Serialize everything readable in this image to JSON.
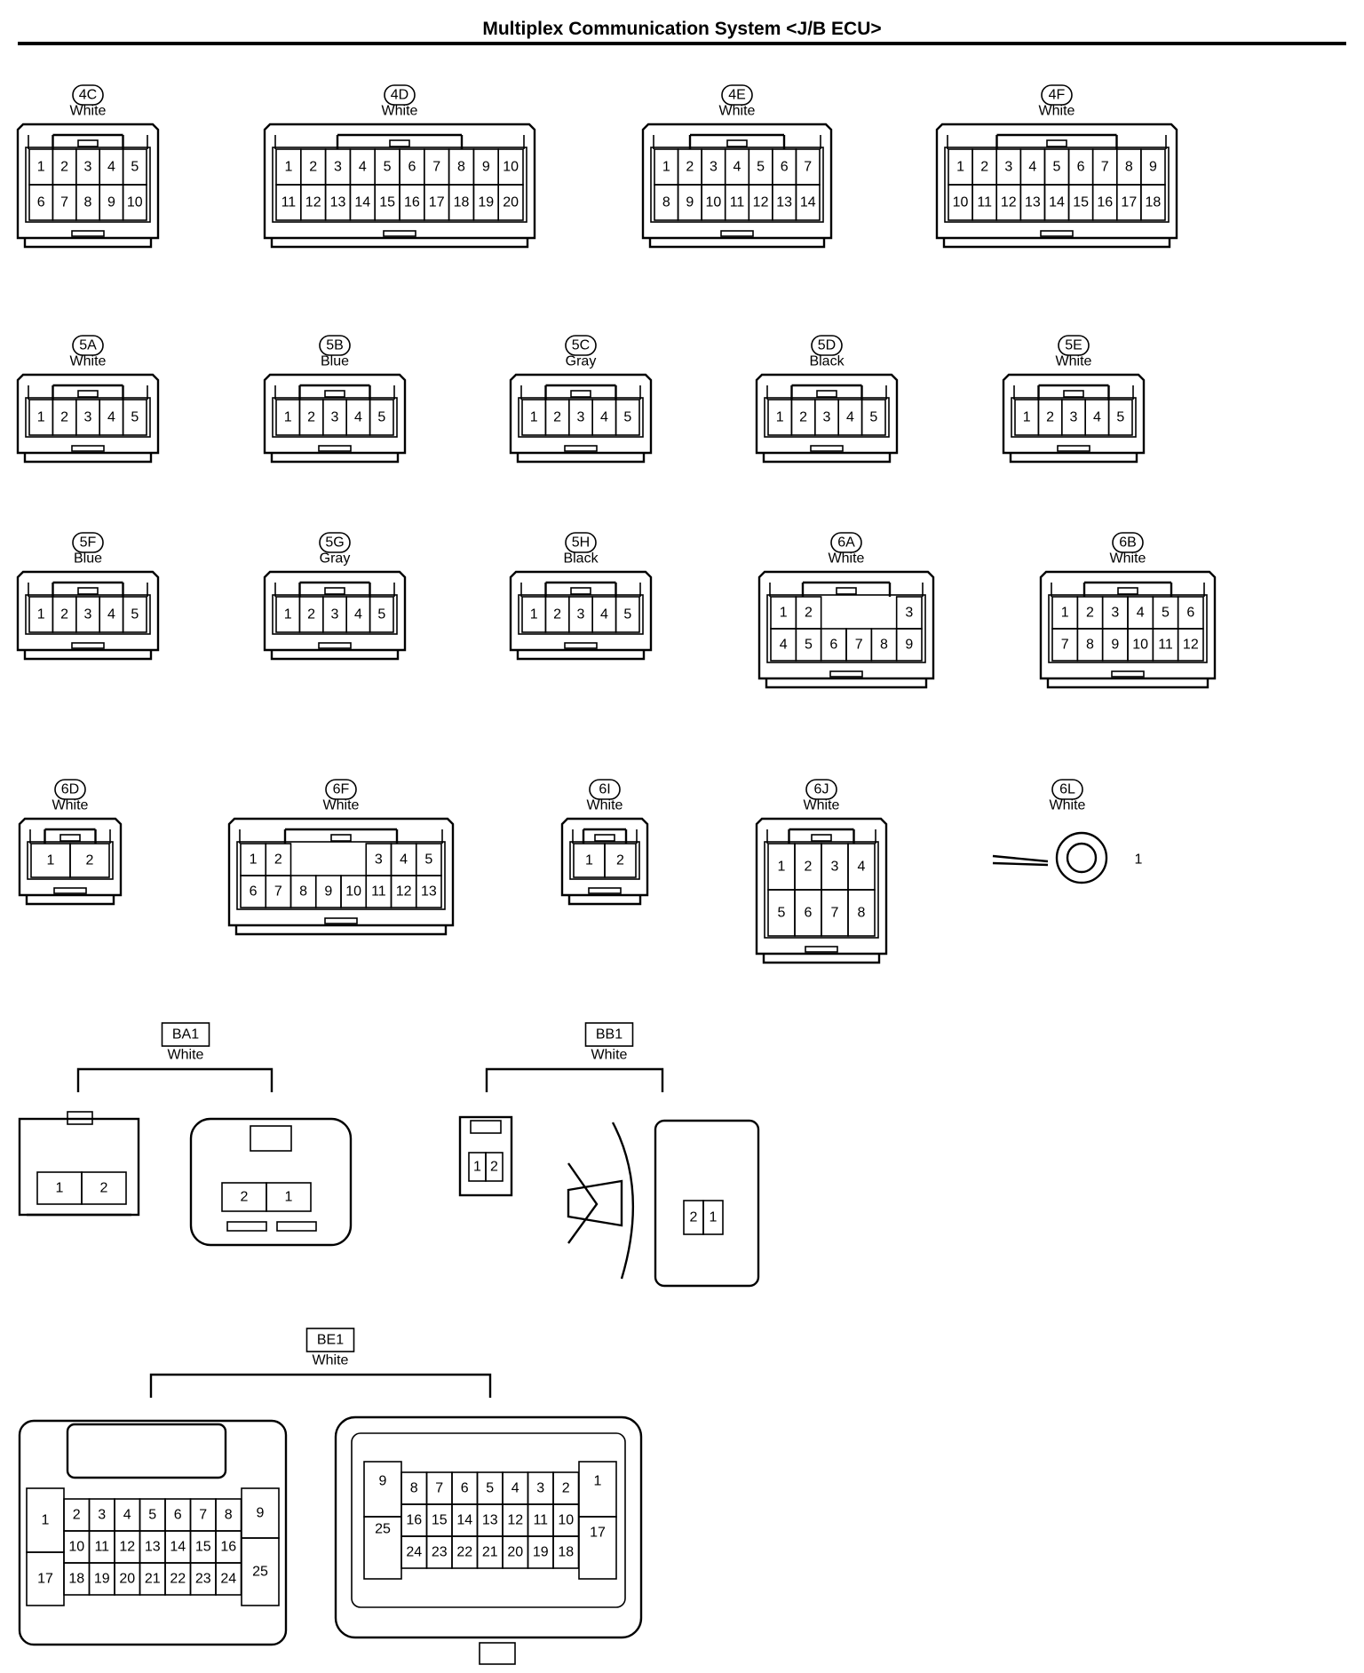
{
  "title": "Multiplex Communication System <J/B ECU>",
  "connectors": [
    {
      "code": "4C",
      "color": "White",
      "style": "oval",
      "rows": [
        [
          "1",
          "2",
          "3",
          "4",
          "5"
        ],
        [
          "6",
          "7",
          "8",
          "9",
          "10"
        ]
      ]
    },
    {
      "code": "4D",
      "color": "White",
      "style": "oval",
      "rows": [
        [
          "1",
          "2",
          "3",
          "4",
          "5",
          "6",
          "7",
          "8",
          "9",
          "10"
        ],
        [
          "11",
          "12",
          "13",
          "14",
          "15",
          "16",
          "17",
          "18",
          "19",
          "20"
        ]
      ]
    },
    {
      "code": "4E",
      "color": "White",
      "style": "oval",
      "rows": [
        [
          "1",
          "2",
          "3",
          "4",
          "5",
          "6",
          "7"
        ],
        [
          "8",
          "9",
          "10",
          "11",
          "12",
          "13",
          "14"
        ]
      ]
    },
    {
      "code": "4F",
      "color": "White",
      "style": "oval",
      "rows": [
        [
          "1",
          "2",
          "3",
          "4",
          "5",
          "6",
          "7",
          "8",
          "9"
        ],
        [
          "10",
          "11",
          "12",
          "13",
          "14",
          "15",
          "16",
          "17",
          "18"
        ]
      ]
    },
    {
      "code": "5A",
      "color": "White",
      "style": "oval",
      "rows": [
        [
          "1",
          "2",
          "3",
          "4",
          "5"
        ]
      ]
    },
    {
      "code": "5B",
      "color": "Blue",
      "style": "oval",
      "rows": [
        [
          "1",
          "2",
          "3",
          "4",
          "5"
        ]
      ]
    },
    {
      "code": "5C",
      "color": "Gray",
      "style": "oval",
      "rows": [
        [
          "1",
          "2",
          "3",
          "4",
          "5"
        ]
      ]
    },
    {
      "code": "5D",
      "color": "Black",
      "style": "oval",
      "rows": [
        [
          "1",
          "2",
          "3",
          "4",
          "5"
        ]
      ]
    },
    {
      "code": "5E",
      "color": "White",
      "style": "oval",
      "rows": [
        [
          "1",
          "2",
          "3",
          "4",
          "5"
        ]
      ]
    },
    {
      "code": "5F",
      "color": "Blue",
      "style": "oval",
      "rows": [
        [
          "1",
          "2",
          "3",
          "4",
          "5"
        ]
      ]
    },
    {
      "code": "5G",
      "color": "Gray",
      "style": "oval",
      "rows": [
        [
          "1",
          "2",
          "3",
          "4",
          "5"
        ]
      ]
    },
    {
      "code": "5H",
      "color": "Black",
      "style": "oval",
      "rows": [
        [
          "1",
          "2",
          "3",
          "4",
          "5"
        ]
      ]
    },
    {
      "code": "6A",
      "color": "White",
      "style": "oval",
      "rows": [
        [
          "1",
          "2",
          "",
          "",
          "",
          "3"
        ],
        [
          "4",
          "5",
          "6",
          "7",
          "8",
          "9"
        ]
      ]
    },
    {
      "code": "6B",
      "color": "White",
      "style": "oval",
      "rows": [
        [
          "1",
          "2",
          "3",
          "4",
          "5",
          "6"
        ],
        [
          "7",
          "8",
          "9",
          "10",
          "11",
          "12"
        ]
      ]
    },
    {
      "code": "6D",
      "color": "White",
      "style": "oval",
      "rows": [
        [
          "1",
          "2"
        ]
      ]
    },
    {
      "code": "6F",
      "color": "White",
      "style": "oval",
      "rows": [
        [
          "1",
          "2",
          "",
          "",
          "",
          "3",
          "4",
          "5"
        ],
        [
          "6",
          "7",
          "8",
          "9",
          "10",
          "11",
          "12",
          "13"
        ]
      ]
    },
    {
      "code": "6I",
      "color": "White",
      "style": "oval",
      "rows": [
        [
          "1",
          "2"
        ]
      ]
    },
    {
      "code": "6J",
      "color": "White",
      "style": "oval",
      "rows": [
        [
          "1",
          "2",
          "3",
          "4"
        ],
        [
          "5",
          "6",
          "7",
          "8"
        ]
      ]
    },
    {
      "code": "6L",
      "color": "White",
      "style": "oval",
      "rows": [
        [
          "1"
        ]
      ]
    },
    {
      "code": "BA1",
      "color": "White",
      "style": "box",
      "parts": [
        [
          [
            "1",
            "2"
          ]
        ],
        [
          [
            "2",
            "1"
          ]
        ]
      ]
    },
    {
      "code": "BB1",
      "color": "White",
      "style": "box",
      "parts": [
        [
          [
            "1",
            "2"
          ]
        ],
        [
          [
            "2",
            "1"
          ]
        ]
      ]
    },
    {
      "code": "BE1",
      "color": "White",
      "style": "box",
      "parts": [
        [
          [
            "1",
            "2",
            "3",
            "4",
            "5",
            "6",
            "7",
            "8",
            "9"
          ],
          [
            "17",
            "10",
            "11",
            "12",
            "13",
            "14",
            "15",
            "16",
            "25"
          ],
          [
            "18",
            "19",
            "20",
            "21",
            "22",
            "23",
            "24"
          ]
        ],
        [
          [
            "9",
            "8",
            "7",
            "6",
            "5",
            "4",
            "3",
            "2",
            "1"
          ],
          [
            "25",
            "16",
            "15",
            "14",
            "13",
            "12",
            "11",
            "10",
            "17"
          ],
          [
            "24",
            "23",
            "22",
            "21",
            "20",
            "19",
            "18"
          ]
        ]
      ]
    }
  ]
}
